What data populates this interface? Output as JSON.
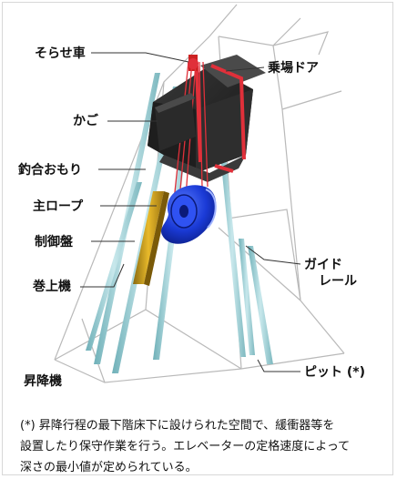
{
  "labels": {
    "sorase": "そらせ車",
    "noriba_door": "乗場ドア",
    "kago": "かご",
    "tsuriai": "釣合おもり",
    "main_rope": "主ロープ",
    "control_panel": "制御盤",
    "hoist": "巻上機",
    "guide_rail_1": "ガイド",
    "guide_rail_2": "レール",
    "pit": "ピット (*)",
    "shaft": "昇降機"
  },
  "footnote": {
    "line1": "(*) 昇降行程の最下階床下に設けられた空間で、緩衝器等を",
    "line2": "設置したり保守作業を行う。エレベーターの定格速度によって",
    "line3": "深さの最小値が定められている。"
  },
  "colors": {
    "rail_cyan": "#9ccdd3",
    "door_red": "#e0303a",
    "car_dark": "#242424",
    "motor_blue": "#1a3ad6",
    "panel_yellow": "#d9a21c"
  }
}
